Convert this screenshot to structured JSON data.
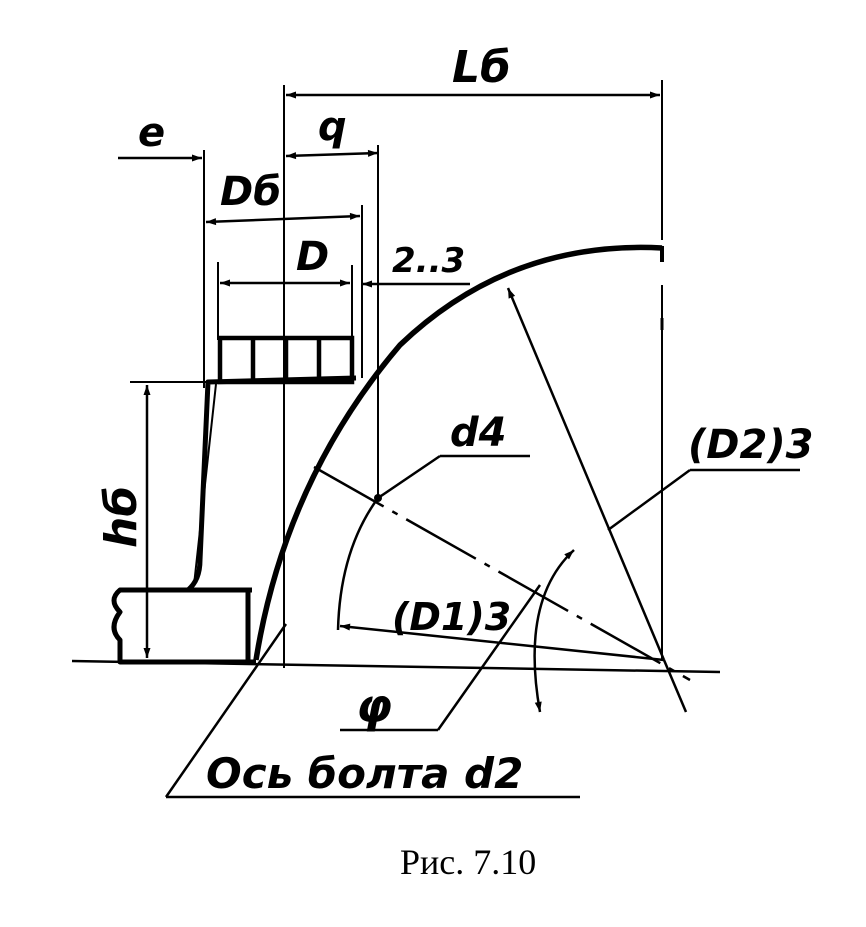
{
  "labels": {
    "Lb": "Lб",
    "e": "e",
    "q": "q",
    "Db": "Dб",
    "D": "D",
    "gap": "2..3",
    "d4": "d4",
    "D2_3": "(D2)3",
    "hb": "hб",
    "D1_3": "(D1)3",
    "phi": "φ",
    "bolt_axis": "Ось болта d2"
  },
  "caption": "Рис. 7.10",
  "colors": {
    "ink": "#000000",
    "paper": "#ffffff"
  }
}
